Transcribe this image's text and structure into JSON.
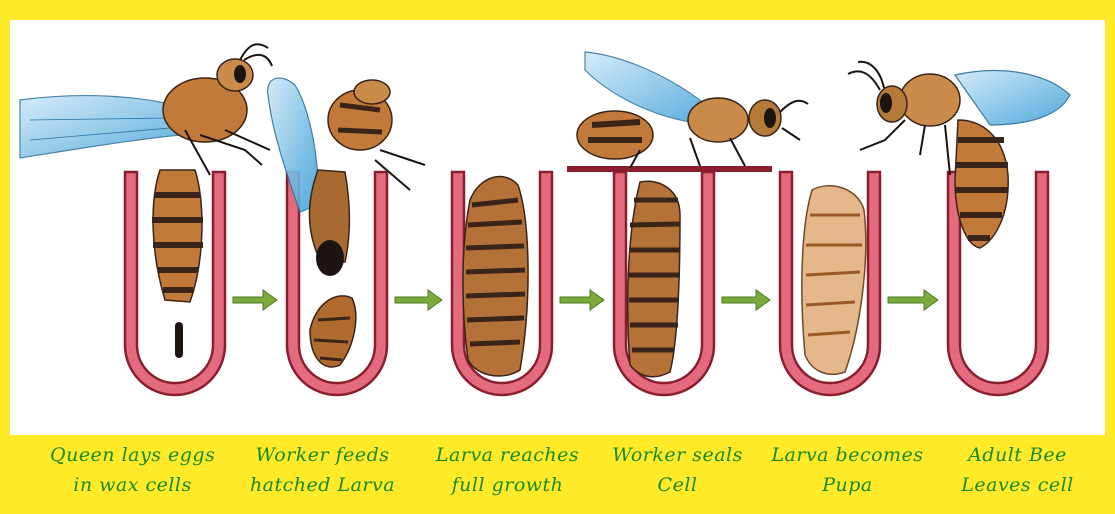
{
  "colors": {
    "border": "#ffea2a",
    "cell_outer": "#8a1e2e",
    "cell_fill": "#e46a7e",
    "arrow": "#7aab3a",
    "caption_text": "#1a8a22",
    "wing": "#3ea0d8",
    "body_brown": "#c27a3a",
    "body_dark": "#3a2418"
  },
  "stages": [
    {
      "line1": "Queen lays eggs",
      "line2": "in wax cells"
    },
    {
      "line1": "Worker feeds",
      "line2": "hatched Larva"
    },
    {
      "line1": "Larva reaches",
      "line2": "full growth"
    },
    {
      "line1": "Worker seals",
      "line2": "Cell"
    },
    {
      "line1": "Larva becomes",
      "line2": "Pupa"
    },
    {
      "line1": "Adult Bee",
      "line2": "Leaves cell"
    }
  ]
}
